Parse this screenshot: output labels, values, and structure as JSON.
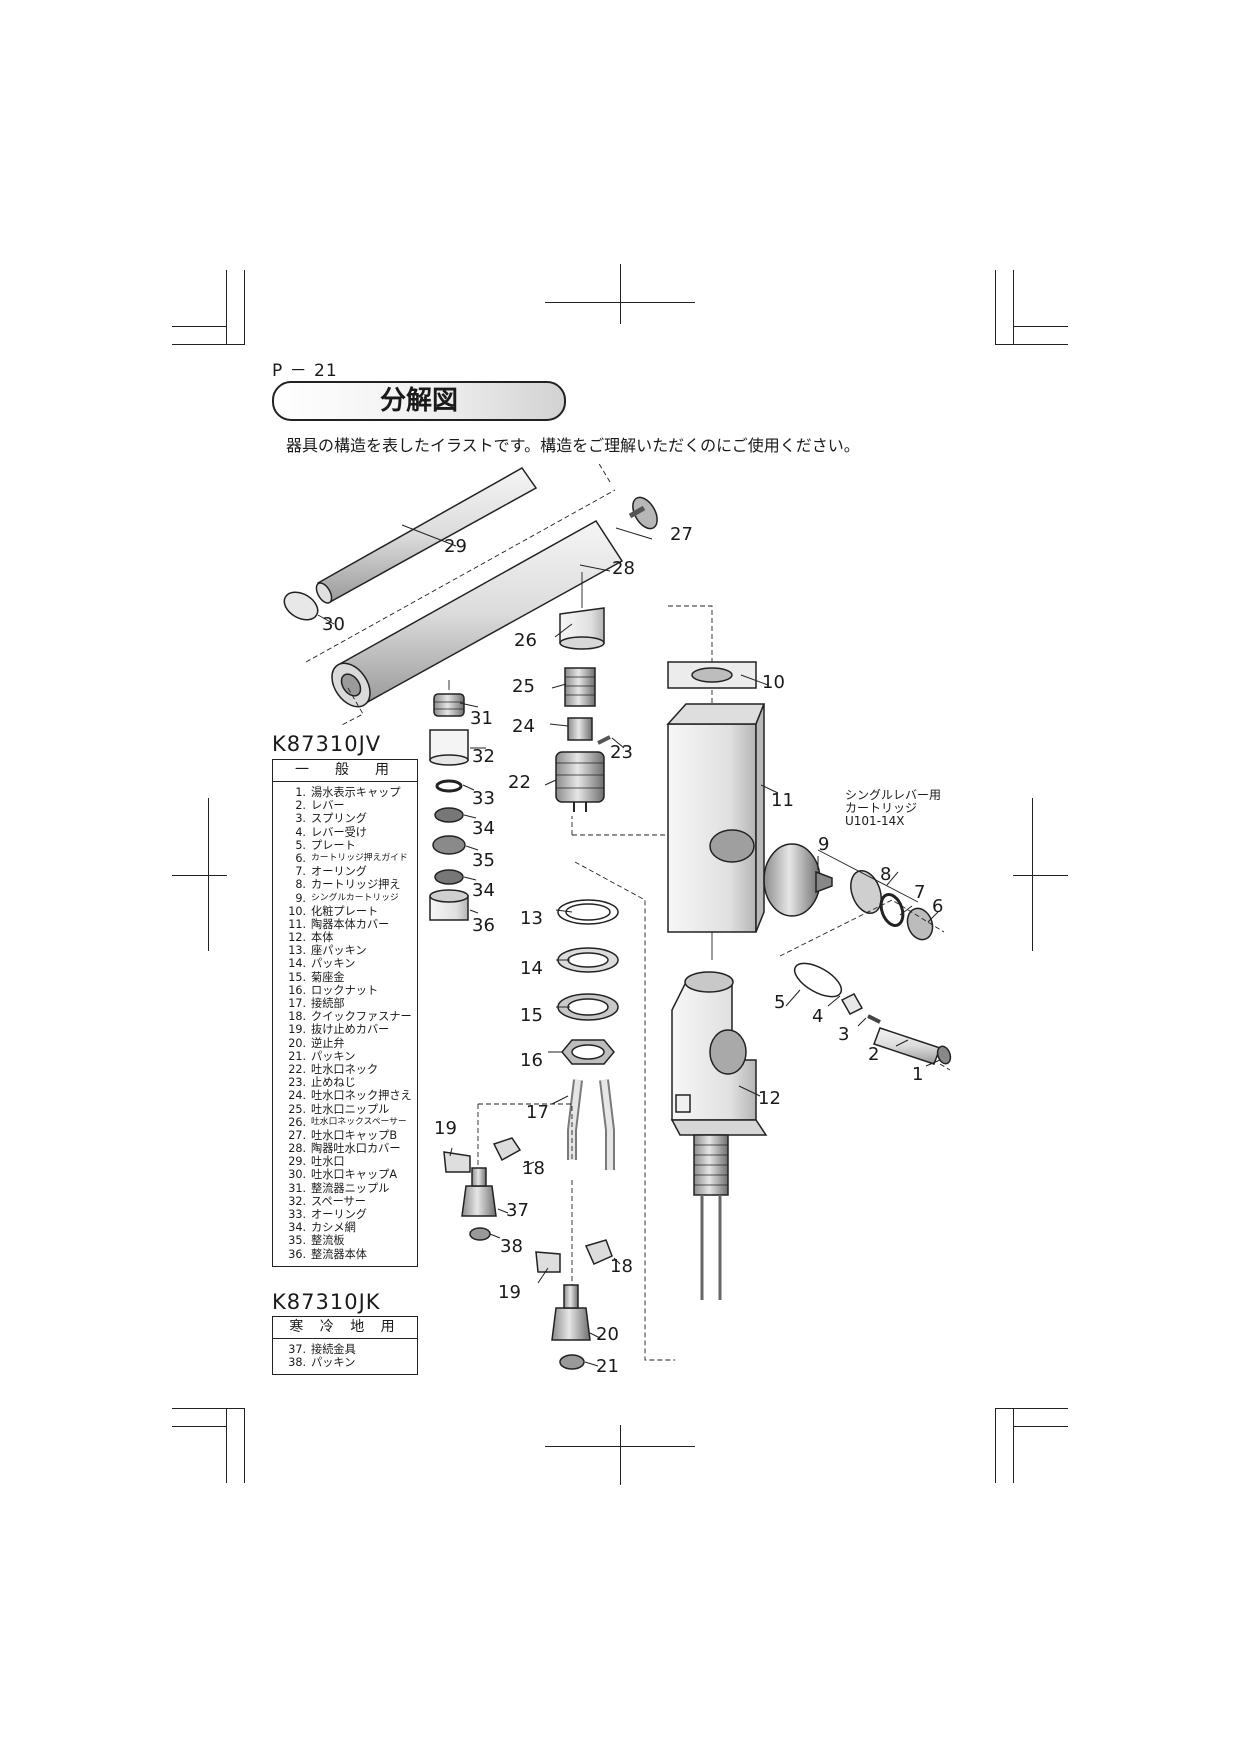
{
  "page": {
    "number": "P － 21",
    "title": "分解図",
    "intro": "器具の構造を表したイラストです。構造をご理解いただくのにご使用ください。"
  },
  "models": [
    {
      "code": "K87310JV",
      "category": "一　般　用",
      "parts": [
        {
          "num": "1.",
          "name": "湯水表示キャップ"
        },
        {
          "num": "2.",
          "name": "レバー"
        },
        {
          "num": "3.",
          "name": "スプリング"
        },
        {
          "num": "4.",
          "name": "レバー受け"
        },
        {
          "num": "5.",
          "name": "プレート"
        },
        {
          "num": "6.",
          "name": "カートリッジ押えガイド"
        },
        {
          "num": "7.",
          "name": "オーリング"
        },
        {
          "num": "8.",
          "name": "カートリッジ押え"
        },
        {
          "num": "9.",
          "name": "シングルカートリッジ"
        },
        {
          "num": "10.",
          "name": "化粧プレート"
        },
        {
          "num": "11.",
          "name": "陶器本体カバー"
        },
        {
          "num": "12.",
          "name": "本体"
        },
        {
          "num": "13.",
          "name": "座パッキン"
        },
        {
          "num": "14.",
          "name": "パッキン"
        },
        {
          "num": "15.",
          "name": "菊座金"
        },
        {
          "num": "16.",
          "name": "ロックナット"
        },
        {
          "num": "17.",
          "name": "接続部"
        },
        {
          "num": "18.",
          "name": "クイックファスナー"
        },
        {
          "num": "19.",
          "name": "抜け止めカバー"
        },
        {
          "num": "20.",
          "name": "逆止弁"
        },
        {
          "num": "21.",
          "name": "パッキン"
        },
        {
          "num": "22.",
          "name": "吐水口ネック"
        },
        {
          "num": "23.",
          "name": "止めねじ"
        },
        {
          "num": "24.",
          "name": "吐水口ネック押さえ"
        },
        {
          "num": "25.",
          "name": "吐水口ニップル"
        },
        {
          "num": "26.",
          "name": "吐水口ネックスペーサー"
        },
        {
          "num": "27.",
          "name": "吐水口キャップB"
        },
        {
          "num": "28.",
          "name": "陶器吐水口カバー"
        },
        {
          "num": "29.",
          "name": "吐水口"
        },
        {
          "num": "30.",
          "name": "吐水口キャップA"
        },
        {
          "num": "31.",
          "name": "整流器ニップル"
        },
        {
          "num": "32.",
          "name": "スペーサー"
        },
        {
          "num": "33.",
          "name": "オーリング"
        },
        {
          "num": "34.",
          "name": "カシメ網"
        },
        {
          "num": "35.",
          "name": "整流板"
        },
        {
          "num": "36.",
          "name": "整流器本体"
        }
      ]
    },
    {
      "code": "K87310JK",
      "category": "寒 冷 地 用",
      "parts": [
        {
          "num": "37.",
          "name": "接続金具"
        },
        {
          "num": "38.",
          "name": "パッキン"
        }
      ]
    }
  ],
  "diagram": {
    "cartridge_caption": [
      "シングルレバー用",
      "カートリッジ",
      "U101-14X"
    ],
    "callouts": [
      "1",
      "2",
      "3",
      "4",
      "5",
      "6",
      "7",
      "8",
      "9",
      "10",
      "11",
      "12",
      "13",
      "14",
      "15",
      "16",
      "17",
      "18",
      "19",
      "20",
      "21",
      "22",
      "23",
      "24",
      "25",
      "26",
      "27",
      "28",
      "29",
      "30",
      "31",
      "32",
      "33",
      "34",
      "35",
      "36",
      "37",
      "38"
    ]
  }
}
